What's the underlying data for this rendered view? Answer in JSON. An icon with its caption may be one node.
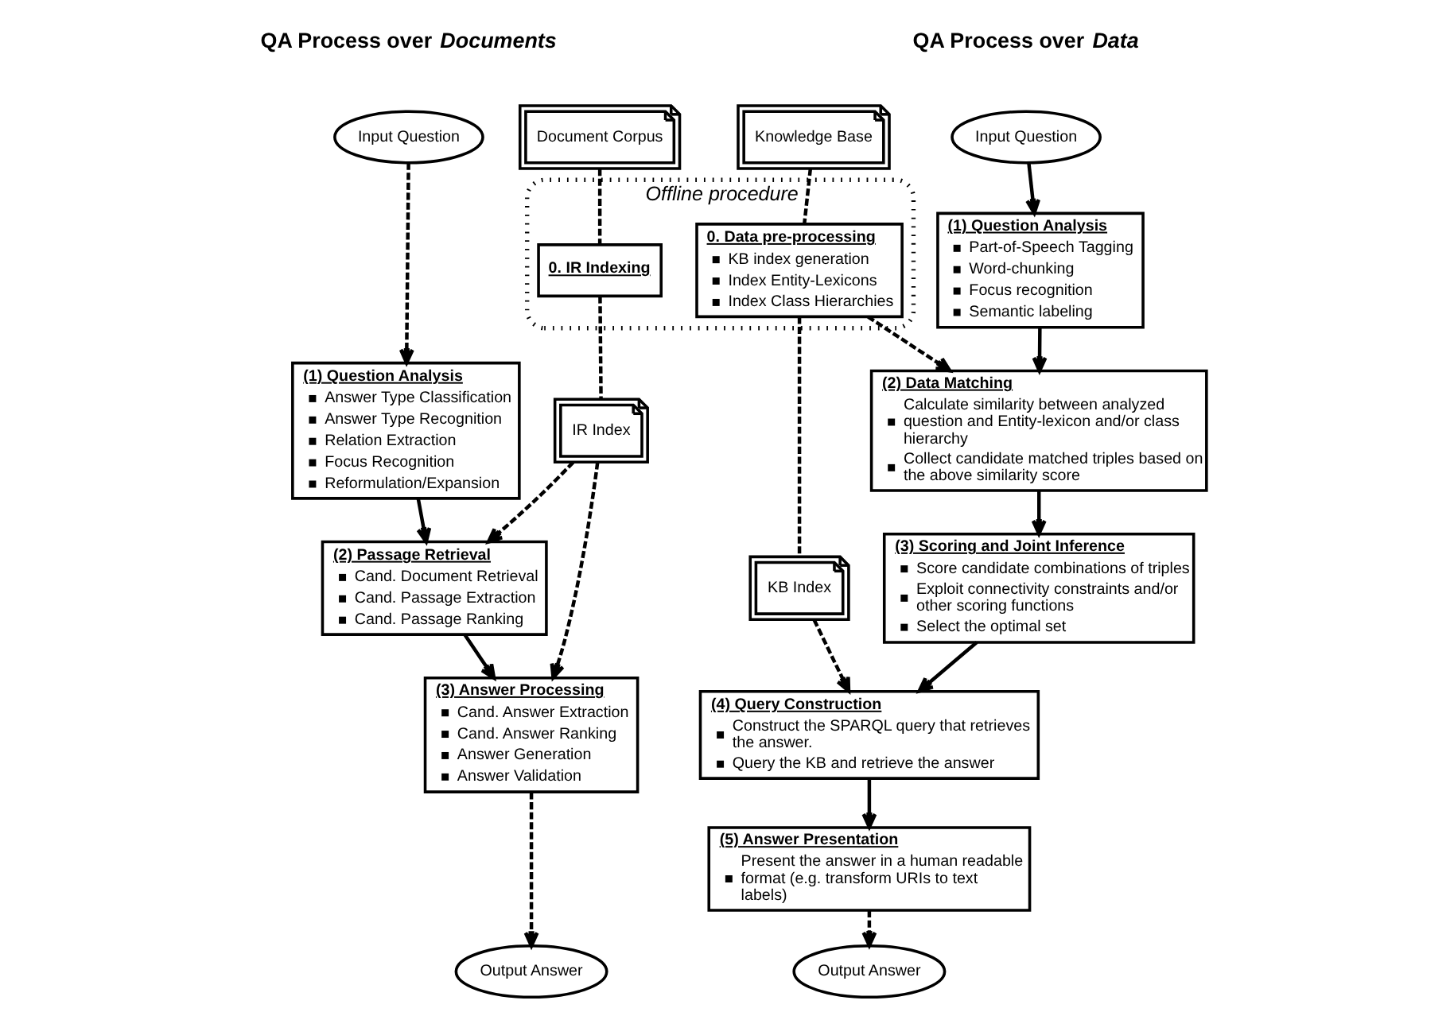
{
  "diagram": {
    "nodes": [
      {
        "text": [
          "Input Question"
        ]
      },
      {
        "text": [
          "(1) Question Analysis",
          "Answer Type Classification",
          "Answer Type Recognition",
          "Relation Extraction",
          "Focus Recognition",
          "Reformulation/Expansion"
        ]
      },
      {
        "text": [
          "Document Corpus"
        ]
      },
      {
        "text": [
          "Offline procedure"
        ]
      },
      {
        "text": [
          "0. IR Indexing"
        ],
        "in": 3
      },
      {
        "text": [
          "0. Data pre-processing",
          "KB index generation",
          "Index Entity-Lexicons",
          "Index Class Hierarchies"
        ],
        "in": 3
      },
      {
        "text": [
          "Knowledge Base"
        ]
      },
      {
        "text": [
          "(2) Passage Retrieval",
          "Cand. Document Retrieval",
          "Cand. Passage Extraction",
          "Cand. Passage Ranking"
        ]
      },
      {
        "text": [
          "IR Index"
        ]
      },
      {
        "text": [
          "(3) Answer Processing",
          "Cand. Answer Extraction",
          "Cand. Answer Ranking",
          "Answer Generation",
          "Answer Validation"
        ]
      },
      {
        "text": [
          "Output Answer"
        ]
      },
      {
        "text": [
          "Input Question"
        ]
      },
      {
        "text": [
          "(1) Question Analysis",
          "Part-of-Speech Tagging",
          "Word-chunking",
          "Focus recognition",
          "Semantic labeling"
        ]
      },
      {
        "text": [
          "(2) Data Matching",
          "Calculate similarity between analyzed question and Entity-lexicon and/or class hierarchy",
          "Collect candidate matched triples based on the above similarity score"
        ]
      },
      {
        "text": [
          "KB Index"
        ]
      },
      {
        "text": [
          "(3) Scoring and Joint Inference",
          "Score candidate combinations of triples",
          "Exploit connectivity constraints and/or other scoring functions",
          "Select the optimal set"
        ]
      },
      {
        "text": [
          "(4) Query Construction",
          "Construct the SPARQL query that retrieves the answer.",
          "Query the KB and retrieve the answer"
        ]
      },
      {
        "text": [
          "(5) Answer Presentation",
          "Present the answer in a human readable format (e.g. transform URIs to text labels)"
        ]
      },
      {
        "text": [
          "Output Answer"
        ]
      }
    ],
    "edges": [
      {
        "from": 0,
        "to": 1,
        "arrow": "to",
        "style": "dashed"
      },
      {
        "from": 1,
        "to": 7,
        "arrow": "to"
      },
      {
        "from": 7,
        "to": 9,
        "arrow": "to"
      },
      {
        "from": 2,
        "to": 4,
        "arrow": "none",
        "style": "dashed"
      },
      {
        "from": 4,
        "to": 8,
        "arrow": "none",
        "style": "dashed"
      },
      {
        "from": 8,
        "to": 7,
        "arrow": "to",
        "style": "dashed"
      },
      {
        "from": 8,
        "to": 9,
        "arrow": "to",
        "style": "dashed"
      },
      {
        "from": 9,
        "to": 10,
        "arrow": "to",
        "style": "dashed"
      },
      {
        "from": 6,
        "to": 5,
        "arrow": "none",
        "style": "dashed"
      },
      {
        "from": 5,
        "to": 14,
        "arrow": "none",
        "style": "dashed"
      },
      {
        "from": 5,
        "to": 13,
        "arrow": "to",
        "style": "dashed"
      },
      {
        "from": 14,
        "to": 16,
        "arrow": "to",
        "style": "dashed"
      },
      {
        "from": 11,
        "to": 12,
        "arrow": "to"
      },
      {
        "from": 12,
        "to": 13,
        "arrow": "to"
      },
      {
        "from": 13,
        "to": 15,
        "arrow": "to"
      },
      {
        "from": 15,
        "to": 16,
        "arrow": "to"
      },
      {
        "from": 16,
        "to": 17,
        "arrow": "to"
      },
      {
        "from": 17,
        "to": 18,
        "arrow": "to",
        "style": "dashed"
      }
    ],
    "labels": [
      "QA Process over *Documents*",
      "QA Process over *Data*"
    ]
  }
}
